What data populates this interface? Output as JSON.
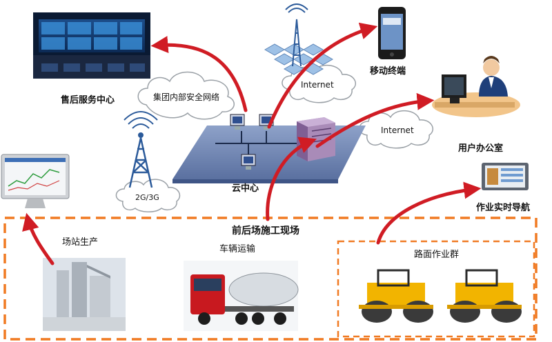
{
  "labels": {
    "after_sales_center": "售后服务中心",
    "group_network": "集团内部安全网络",
    "internet_top": "Internet",
    "mobile_terminal": "移动终端",
    "internet_mid": "Internet",
    "user_office": "用户办公室",
    "cloud_center": "云中心",
    "network_2g3g": "2G/3G",
    "realtime_nav": "作业实时导航",
    "construction_site": "前后场施工现场",
    "station_production": "场站生产",
    "vehicle_transport": "车辆运输",
    "road_work_group": "路面作业群"
  },
  "colors": {
    "arrow_red": "#d01c24",
    "dashed_orange": "#f07a22",
    "platform_blue": "#6f86b5",
    "cloud_gray": "#9aa0a6",
    "tower_blue": "#2b5a9a",
    "roller_yellow": "#f2b400"
  },
  "icons": {
    "control_room": "monitor-wall-image",
    "phone": "smartphone-icon",
    "office_worker": "office-user-icon",
    "desktop": "desktop-monitor-icon",
    "server": "server-icon",
    "tower": "radio-tower-icon",
    "panel": "navigation-panel-icon",
    "plant": "asphalt-plant-image",
    "truck": "cement-truck-image",
    "roller": "road-roller-image"
  }
}
